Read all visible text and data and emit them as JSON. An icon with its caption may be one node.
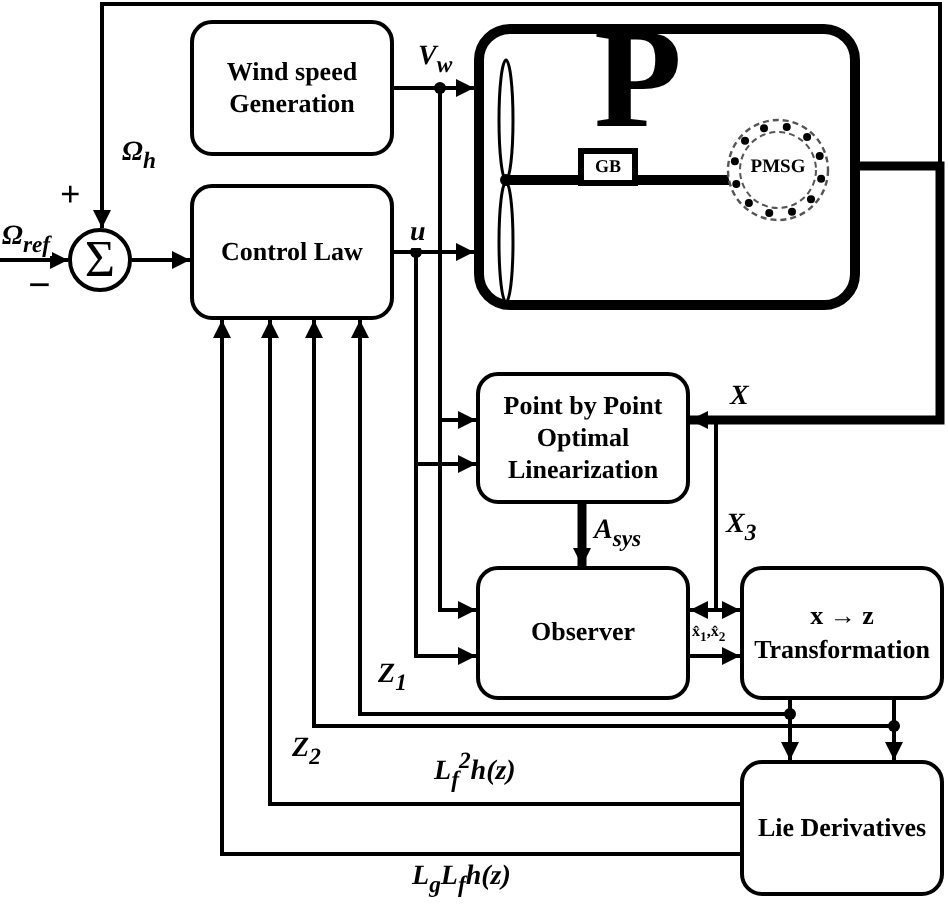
{
  "diagram": {
    "nodes": [
      {
        "text": [
          "Σ"
        ]
      },
      {
        "text": [
          "Wind speed Generation"
        ]
      },
      {
        "text": [
          "Control Law"
        ]
      },
      {
        "text": [
          "P"
        ]
      },
      {
        "text": [
          "GB"
        ],
        "in": 3
      },
      {
        "text": [
          "PMSG"
        ],
        "in": 3
      },
      {
        "text": [
          "Point by Point Optimal Linearization"
        ]
      },
      {
        "text": [
          "Observer"
        ]
      },
      {
        "text": [
          "x → z",
          "Transformation"
        ]
      },
      {
        "text": [
          "Lie Derivatives"
        ]
      }
    ],
    "edges": [
      {
        "from": null,
        "to": 0,
        "arrow": "to",
        "label": "Ω$_{ref}$"
      },
      {
        "from": 3,
        "to": 0,
        "arrow": "to",
        "label": "Ω$_{h}$"
      },
      {
        "from": 0,
        "to": 2,
        "arrow": "to"
      },
      {
        "from": 1,
        "to": 3,
        "arrow": "to",
        "label": "V$_{w}$"
      },
      {
        "from": 2,
        "to": 3,
        "arrow": "to",
        "label": "u"
      },
      {
        "from": 1,
        "to": 6,
        "arrow": "to"
      },
      {
        "from": 1,
        "to": 7,
        "arrow": "to"
      },
      {
        "from": 2,
        "to": 6,
        "arrow": "to"
      },
      {
        "from": 2,
        "to": 7,
        "arrow": "to"
      },
      {
        "from": 3,
        "to": 6,
        "arrow": "to",
        "label": "X",
        "style": "thick"
      },
      {
        "from": 3,
        "to": 7,
        "arrow": "to",
        "label": "X$_{3}$"
      },
      {
        "from": 3,
        "to": 8,
        "arrow": "to"
      },
      {
        "from": 6,
        "to": 7,
        "arrow": "to",
        "label": "A$_{sys}$",
        "style": "thick"
      },
      {
        "from": 7,
        "to": 8,
        "arrow": "to"
      },
      {
        "from": 8,
        "to": 2,
        "arrow": "to",
        "label": "Z$_{1}$"
      },
      {
        "from": 8,
        "to": 2,
        "arrow": "to",
        "label": "Z$_{2}$"
      },
      {
        "from": 8,
        "to": 9,
        "arrow": "to"
      },
      {
        "from": 8,
        "to": 9,
        "arrow": "to"
      },
      {
        "from": 9,
        "to": 2,
        "arrow": "to",
        "label": "L$_{f}$$^{2}$h(z)"
      },
      {
        "from": 9,
        "to": 2,
        "arrow": "to",
        "label": "L$_{g}$L$_{f}$h(z)"
      }
    ],
    "labels": [
      "+",
      "−",
      "x̂$_{1}$,x̂$_{2}$"
    ]
  }
}
